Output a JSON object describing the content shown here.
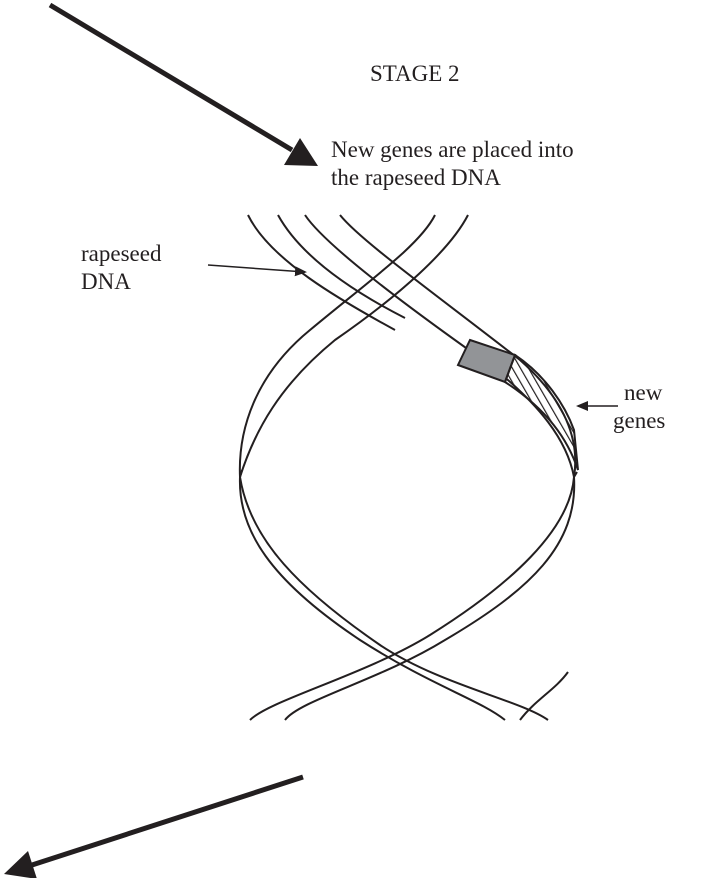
{
  "stage_title": "STAGE 2",
  "caption_line1": "New genes are placed into",
  "caption_line2": "the rapeseed DNA",
  "label_rapeseed_line1": "rapeseed",
  "label_rapeseed_line2": "DNA",
  "label_new_genes_line1": "new",
  "label_new_genes_line2": "genes",
  "colors": {
    "ink": "#231f20",
    "gene_marker": "#929497",
    "background": "#ffffff"
  }
}
